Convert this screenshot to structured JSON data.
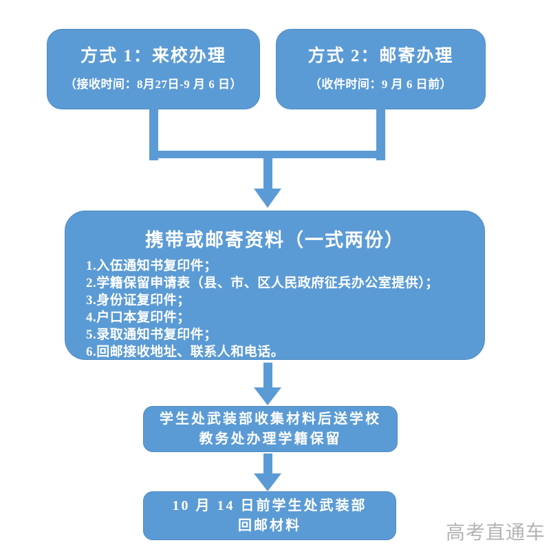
{
  "colors": {
    "box_fill": "#5b9bd5",
    "box_border": "#4e89c2",
    "connector": "#5b9bd5",
    "text_color": "#ffffff",
    "watermark_color": "#b3b3b3",
    "page_bg": "#ffffff"
  },
  "flow": {
    "method1": {
      "title": "方式 1：来校办理",
      "subtitle": "（接收时间：8月27日-9 月 6 日）"
    },
    "method2": {
      "title": "方式 2：邮寄办理",
      "subtitle": "（收件时间：9 月 6 日前）"
    },
    "materials": {
      "title": "携带或邮寄资料（一式两份）",
      "items": [
        "1.入伍通知书复印件；",
        "2.学籍保留申请表（县、市、区人民政府征兵办公室提供）；",
        "3.身份证复印件；",
        "4.户口本复印件；",
        "5.录取通知书复印件；",
        "6.回邮接收地址、联系人和电话。"
      ]
    },
    "step_collect": {
      "line1": "学生处武装部收集材料后送学校",
      "line2": "教务处办理学籍保留"
    },
    "step_mail": {
      "line1": "10 月 14 日前学生处武装部",
      "line2": "回邮材料"
    },
    "watermark": "高考直通车"
  }
}
